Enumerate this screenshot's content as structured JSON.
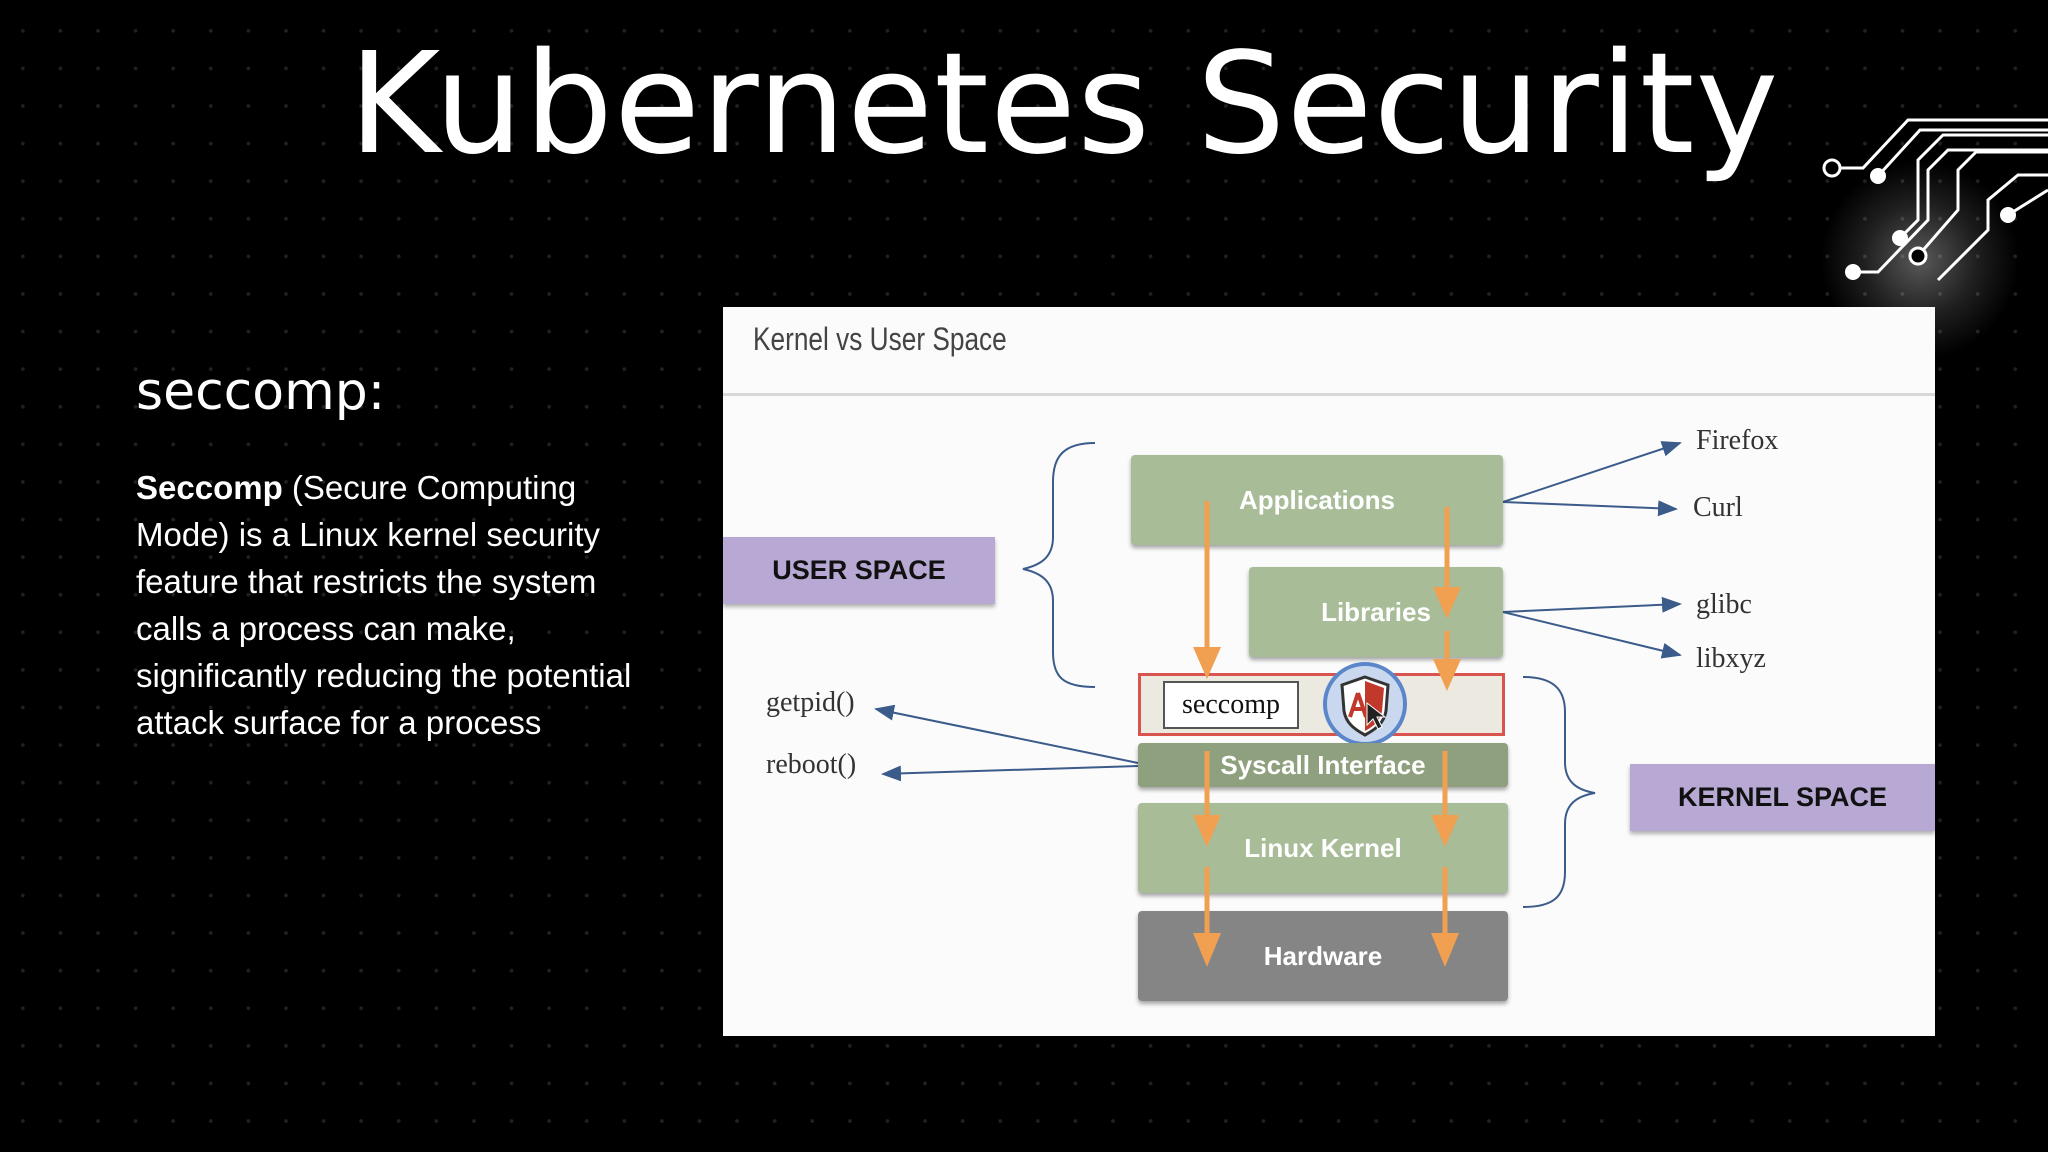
{
  "slide": {
    "title": "Kubernetes Security",
    "section_heading": "seccomp:",
    "description_bold": "Seccomp",
    "description_rest": " (Secure Computing Mode) is a Linux kernel security feature that restricts the system calls a process can make, significantly reducing the potential attack surface for a process"
  },
  "diagram": {
    "title": "Kernel vs User Space",
    "user_space_label": "USER SPACE",
    "kernel_space_label": "KERNEL SPACE",
    "boxes": {
      "applications": "Applications",
      "libraries": "Libraries",
      "seccomp": "seccomp",
      "syscall_interface": "Syscall Interface",
      "linux_kernel": "Linux Kernel",
      "hardware": "Hardware"
    },
    "application_targets": [
      "Firefox",
      "Curl"
    ],
    "library_targets": [
      "glibc",
      "libxyz"
    ],
    "syscalls": [
      "getpid()",
      "reboot()"
    ],
    "colors": {
      "arrow": "#f0a050",
      "space_label": "#b7a8d4",
      "box_green": "#a8bc98",
      "seccomp_border": "#d9534f"
    }
  }
}
